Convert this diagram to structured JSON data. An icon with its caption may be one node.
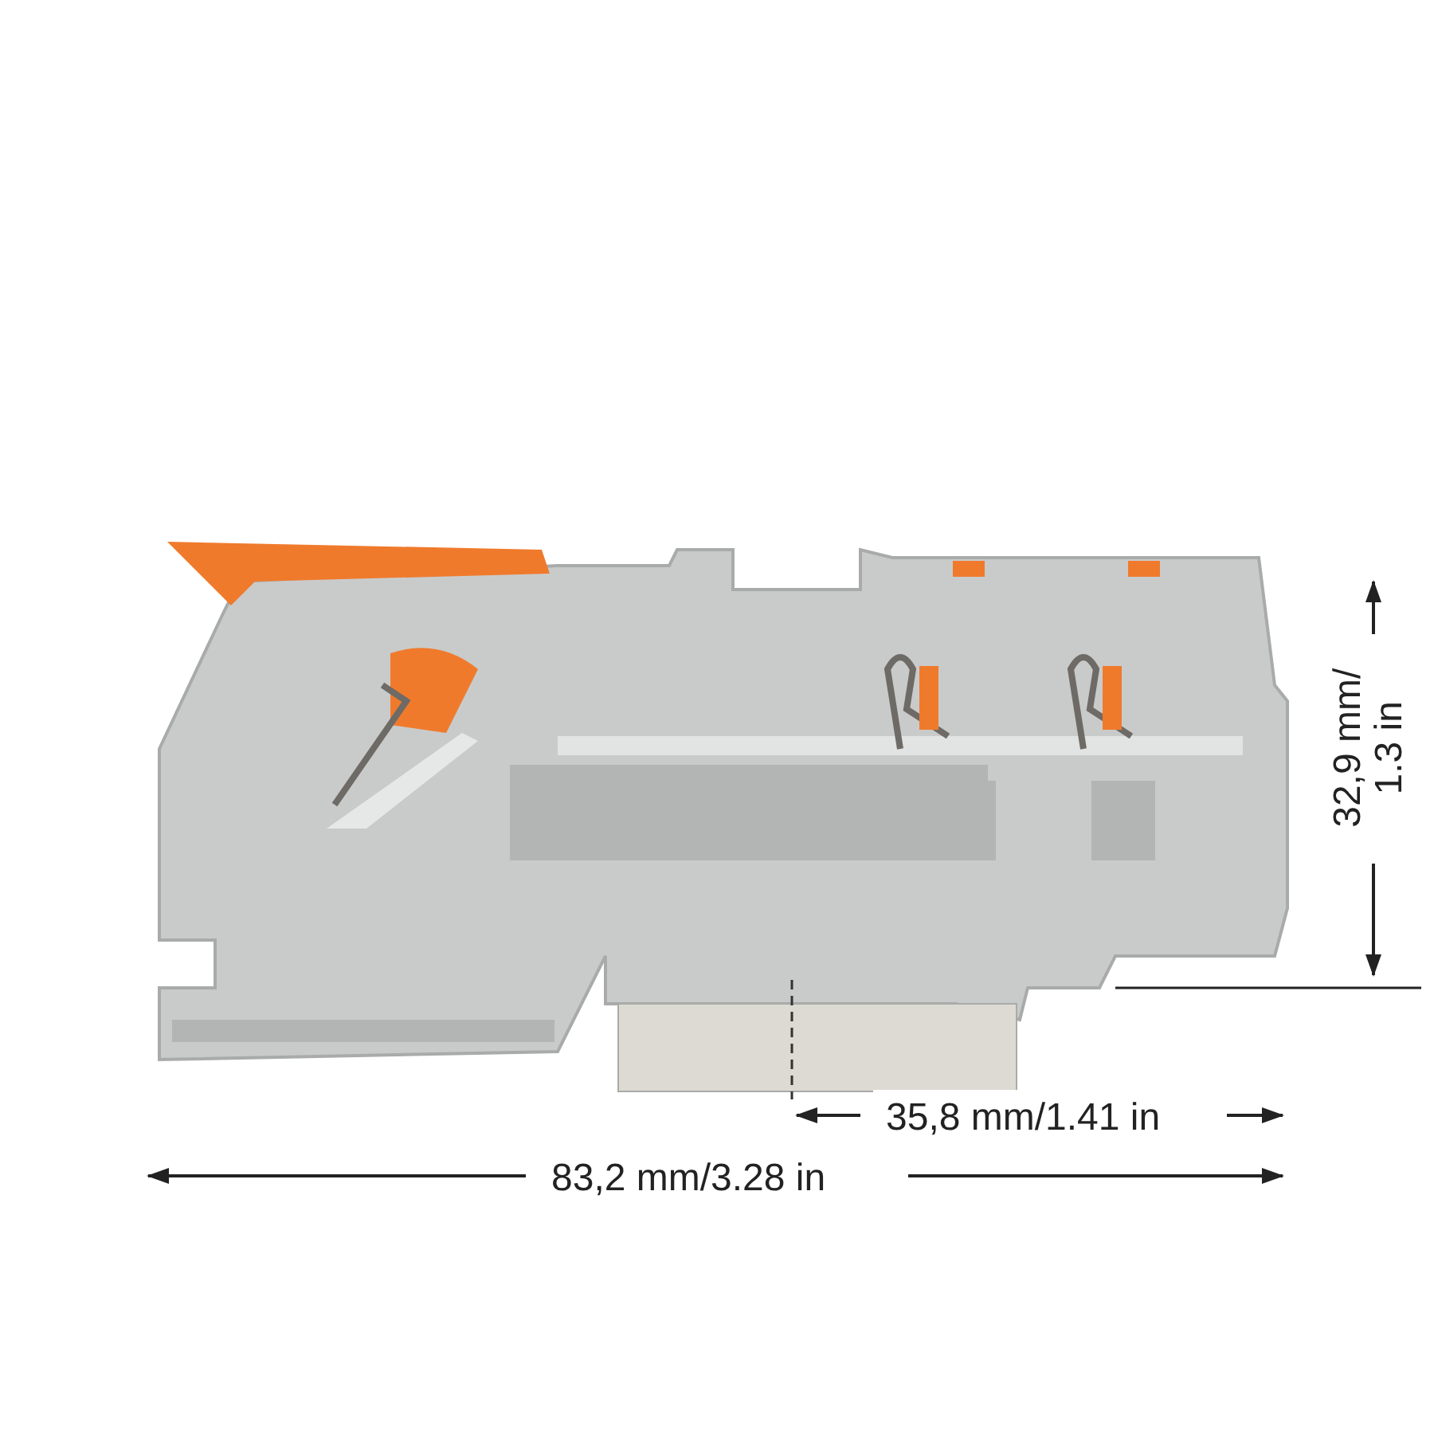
{
  "diagram": {
    "labels": [
      "32,9 mm/ 1.3 in",
      "35,8 mm/1.41 in",
      "83,2 mm/3.28 in"
    ]
  }
}
